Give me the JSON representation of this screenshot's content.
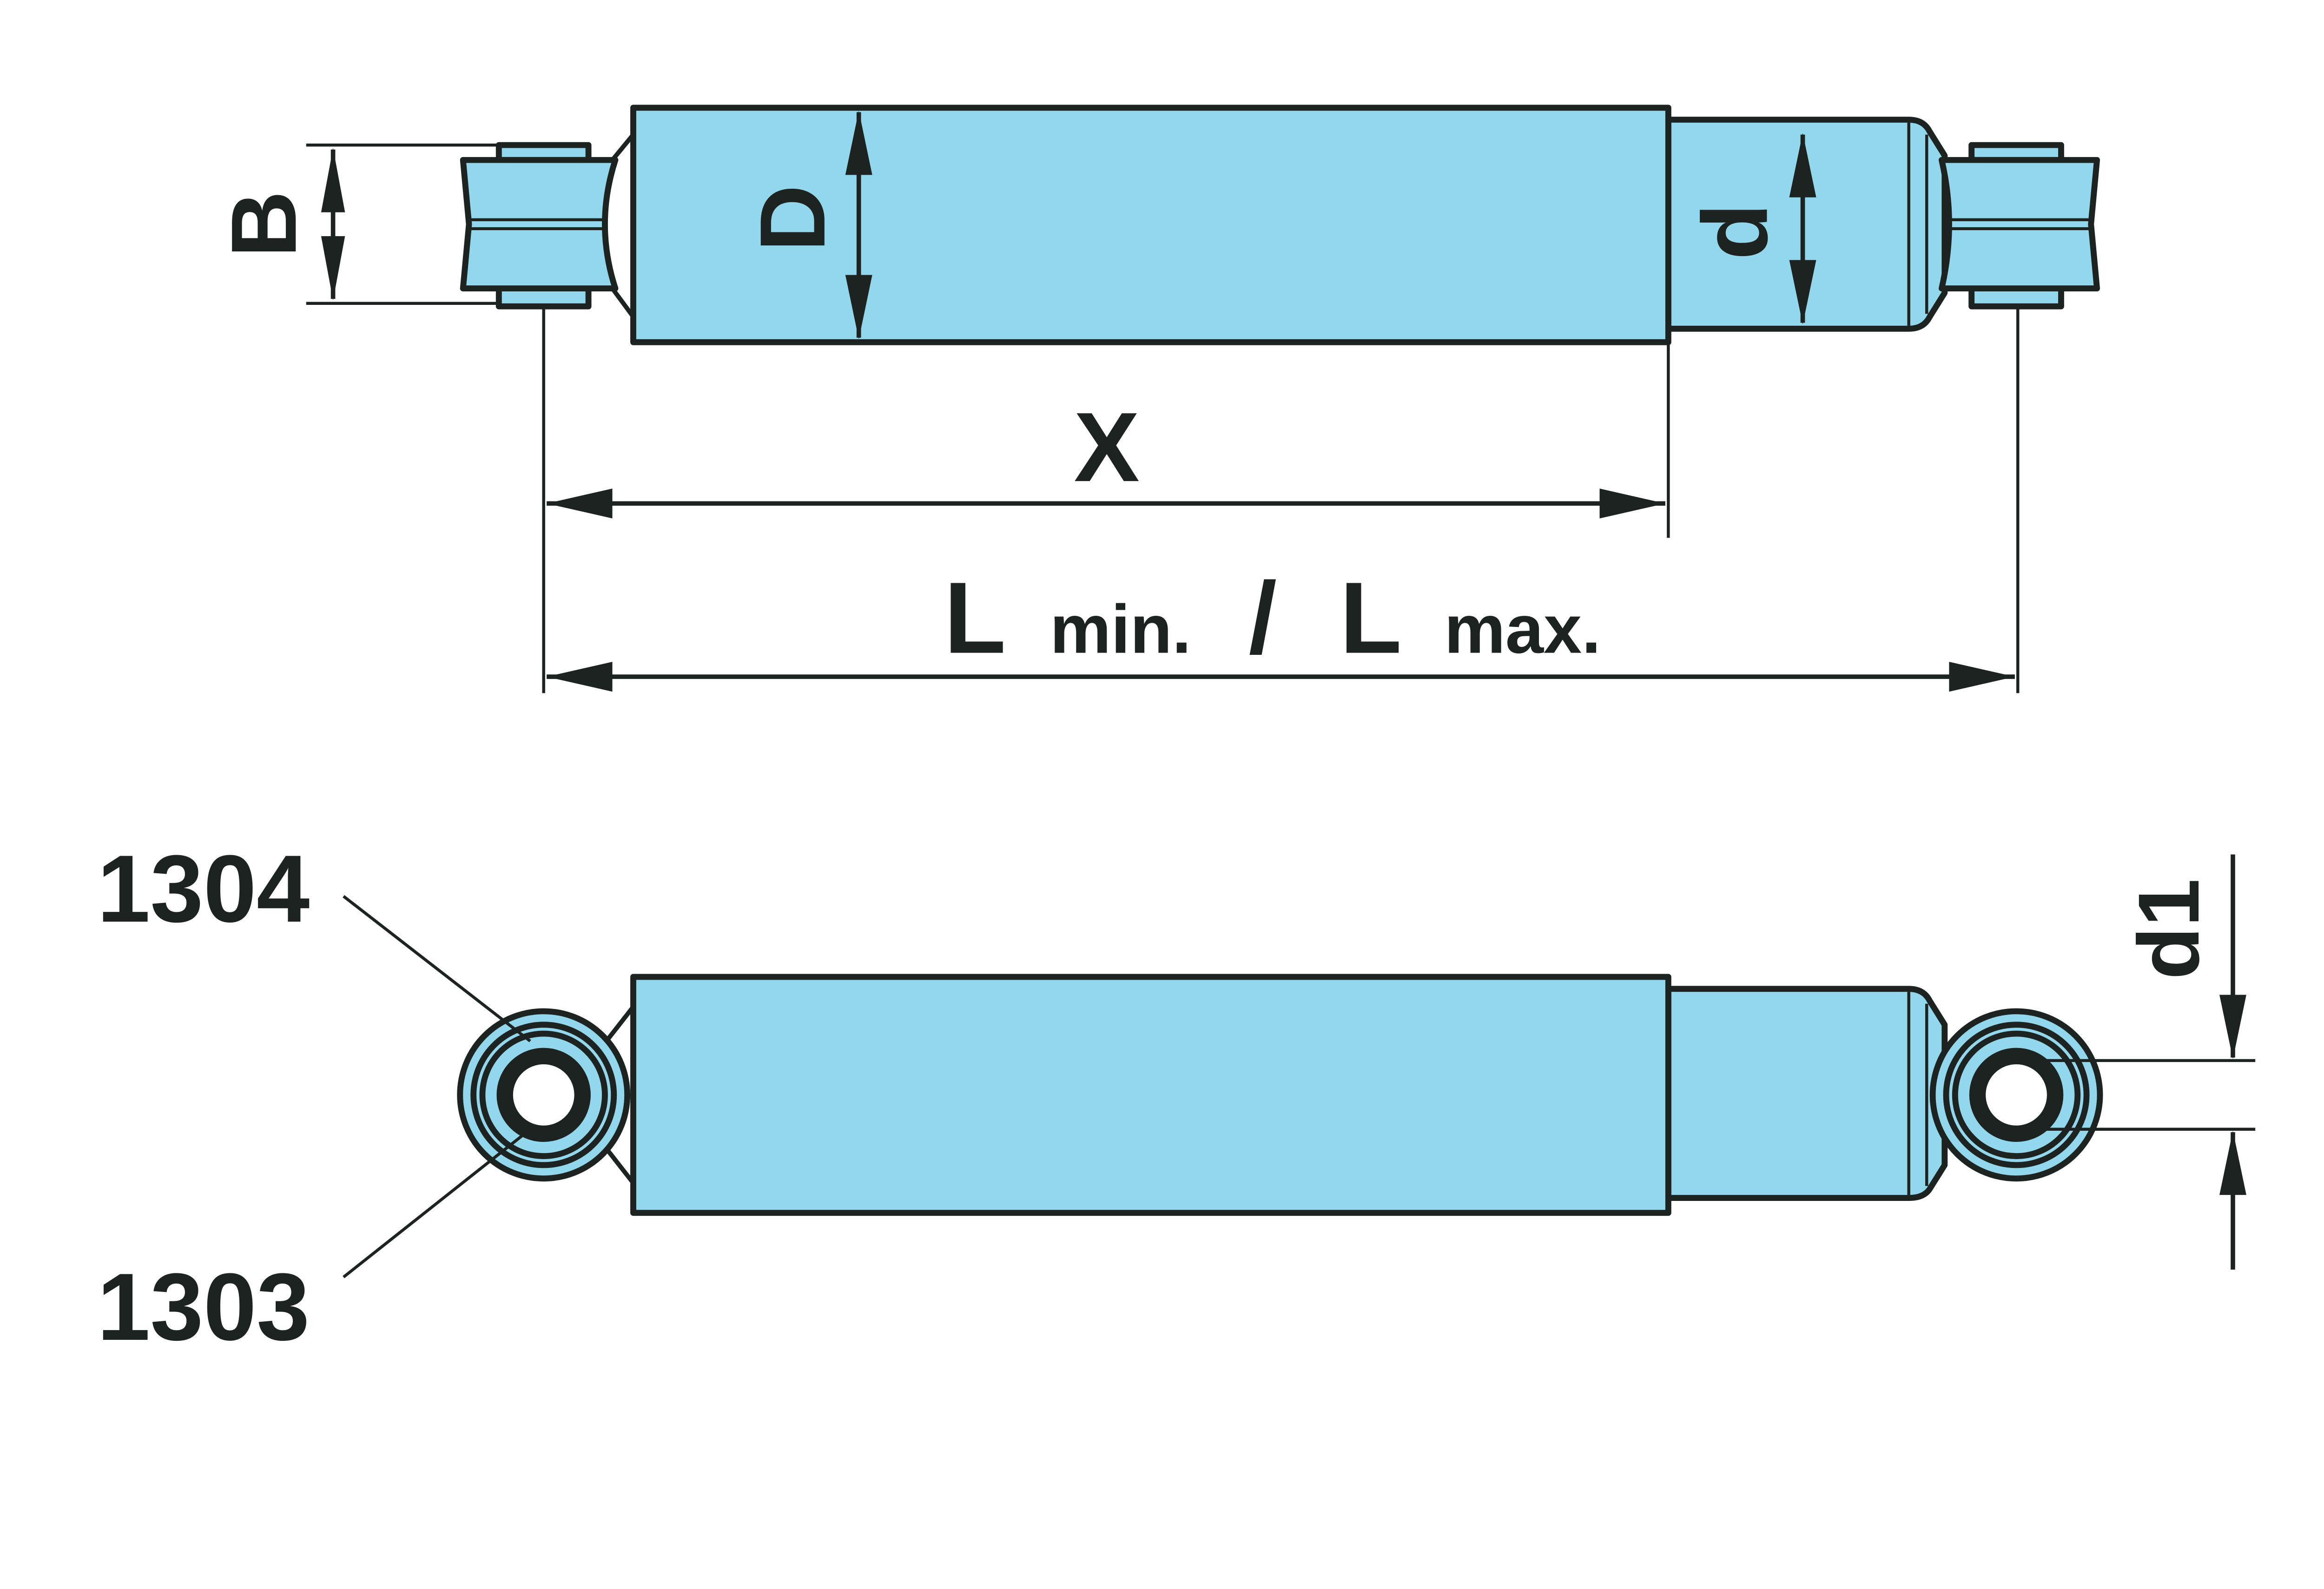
{
  "diagram": {
    "colors": {
      "body_fill": "#93d7ec",
      "stroke": "#1d2320"
    },
    "top_view": {
      "dim_B": "B",
      "dim_D": "D",
      "dim_d": "d",
      "dim_X": "X",
      "length": {
        "L1": "L",
        "min": "min.",
        "slash": "/",
        "L2": "L",
        "max": "max."
      }
    },
    "bottom_view": {
      "part_1304": "1304",
      "part_1303": "1303",
      "dim_d1": "d1"
    }
  }
}
